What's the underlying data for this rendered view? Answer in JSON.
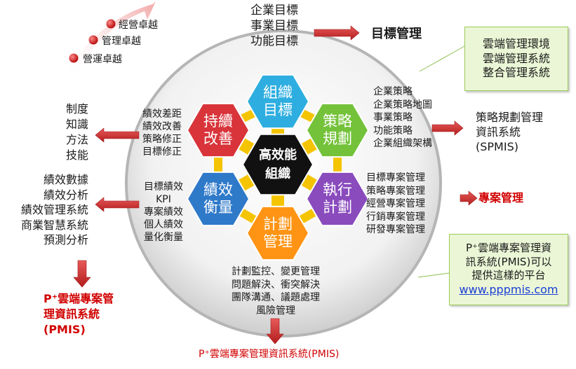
{
  "levels": [
    "經營卓越",
    "管理卓越",
    "營運卓越"
  ],
  "top_goals": [
    "企業目標",
    "事業目標",
    "功能目標"
  ],
  "goal_management": "目標管理",
  "cloud_box": [
    "雲端管理環境",
    "雲端管理系統",
    "整合管理系統"
  ],
  "center": [
    "高效能",
    "組織"
  ],
  "hexagons": {
    "org_goal": [
      "組織",
      "目標"
    ],
    "strategy": [
      "策略",
      "規劃"
    ],
    "execution": [
      "執行",
      "計劃"
    ],
    "plan_mgmt": [
      "計劃",
      "管理"
    ],
    "performance": [
      "績效",
      "衡量"
    ],
    "continuous": [
      "持續",
      "改善"
    ]
  },
  "strategy_items": [
    "企業策略",
    "企業策略地圖",
    "事業策略",
    "功能策略",
    "企業組織架構"
  ],
  "spmis": [
    "策略規劃管理",
    "資訊系統",
    "(SPMIS)"
  ],
  "project_items": [
    "目標專案管理",
    "策略專案管理",
    "經營專案管理",
    "行銷專案管理",
    "研發專案管理"
  ],
  "project_management": "專案管理",
  "pmis_box": [
    "P⁺雲端專案管理資",
    "訊系統(PMIS)可以",
    "提供這樣的平台"
  ],
  "pmis_url": "www.pppmis.com",
  "plan_items": [
    "計劃監控、變更管理",
    "問題解決、衝突解決",
    "團隊溝通、議題處理",
    "風險管理"
  ],
  "bottom_pmis": "P⁺雲端專案管理資訊系統(PMIS)",
  "improve_items": [
    "績效差距",
    "績效改善",
    "策略修正",
    "目標修正"
  ],
  "knowledge": [
    "制度",
    "知識",
    "方法",
    "技能"
  ],
  "perf_items": [
    "目標績效",
    "KPI",
    "專案績效",
    "個人績效",
    "量化衡量"
  ],
  "analysis": [
    "績效數據",
    "績效分析",
    "績效管理系統",
    "商業智慧系統",
    "預測分析"
  ],
  "left_pmis": [
    "P⁺雲端專案管",
    "理資訊系統",
    "(PMIS)"
  ],
  "colors": {
    "org_goal": "#2eaee0",
    "strategy": "#74c23a",
    "execution": "#8a4bbd",
    "plan_mgmt": "#ff9414",
    "performance": "#2f79c9",
    "continuous": "#d8343a",
    "center": "#111111",
    "connector": "#f5c400",
    "arrow": "#cf2a2a"
  }
}
